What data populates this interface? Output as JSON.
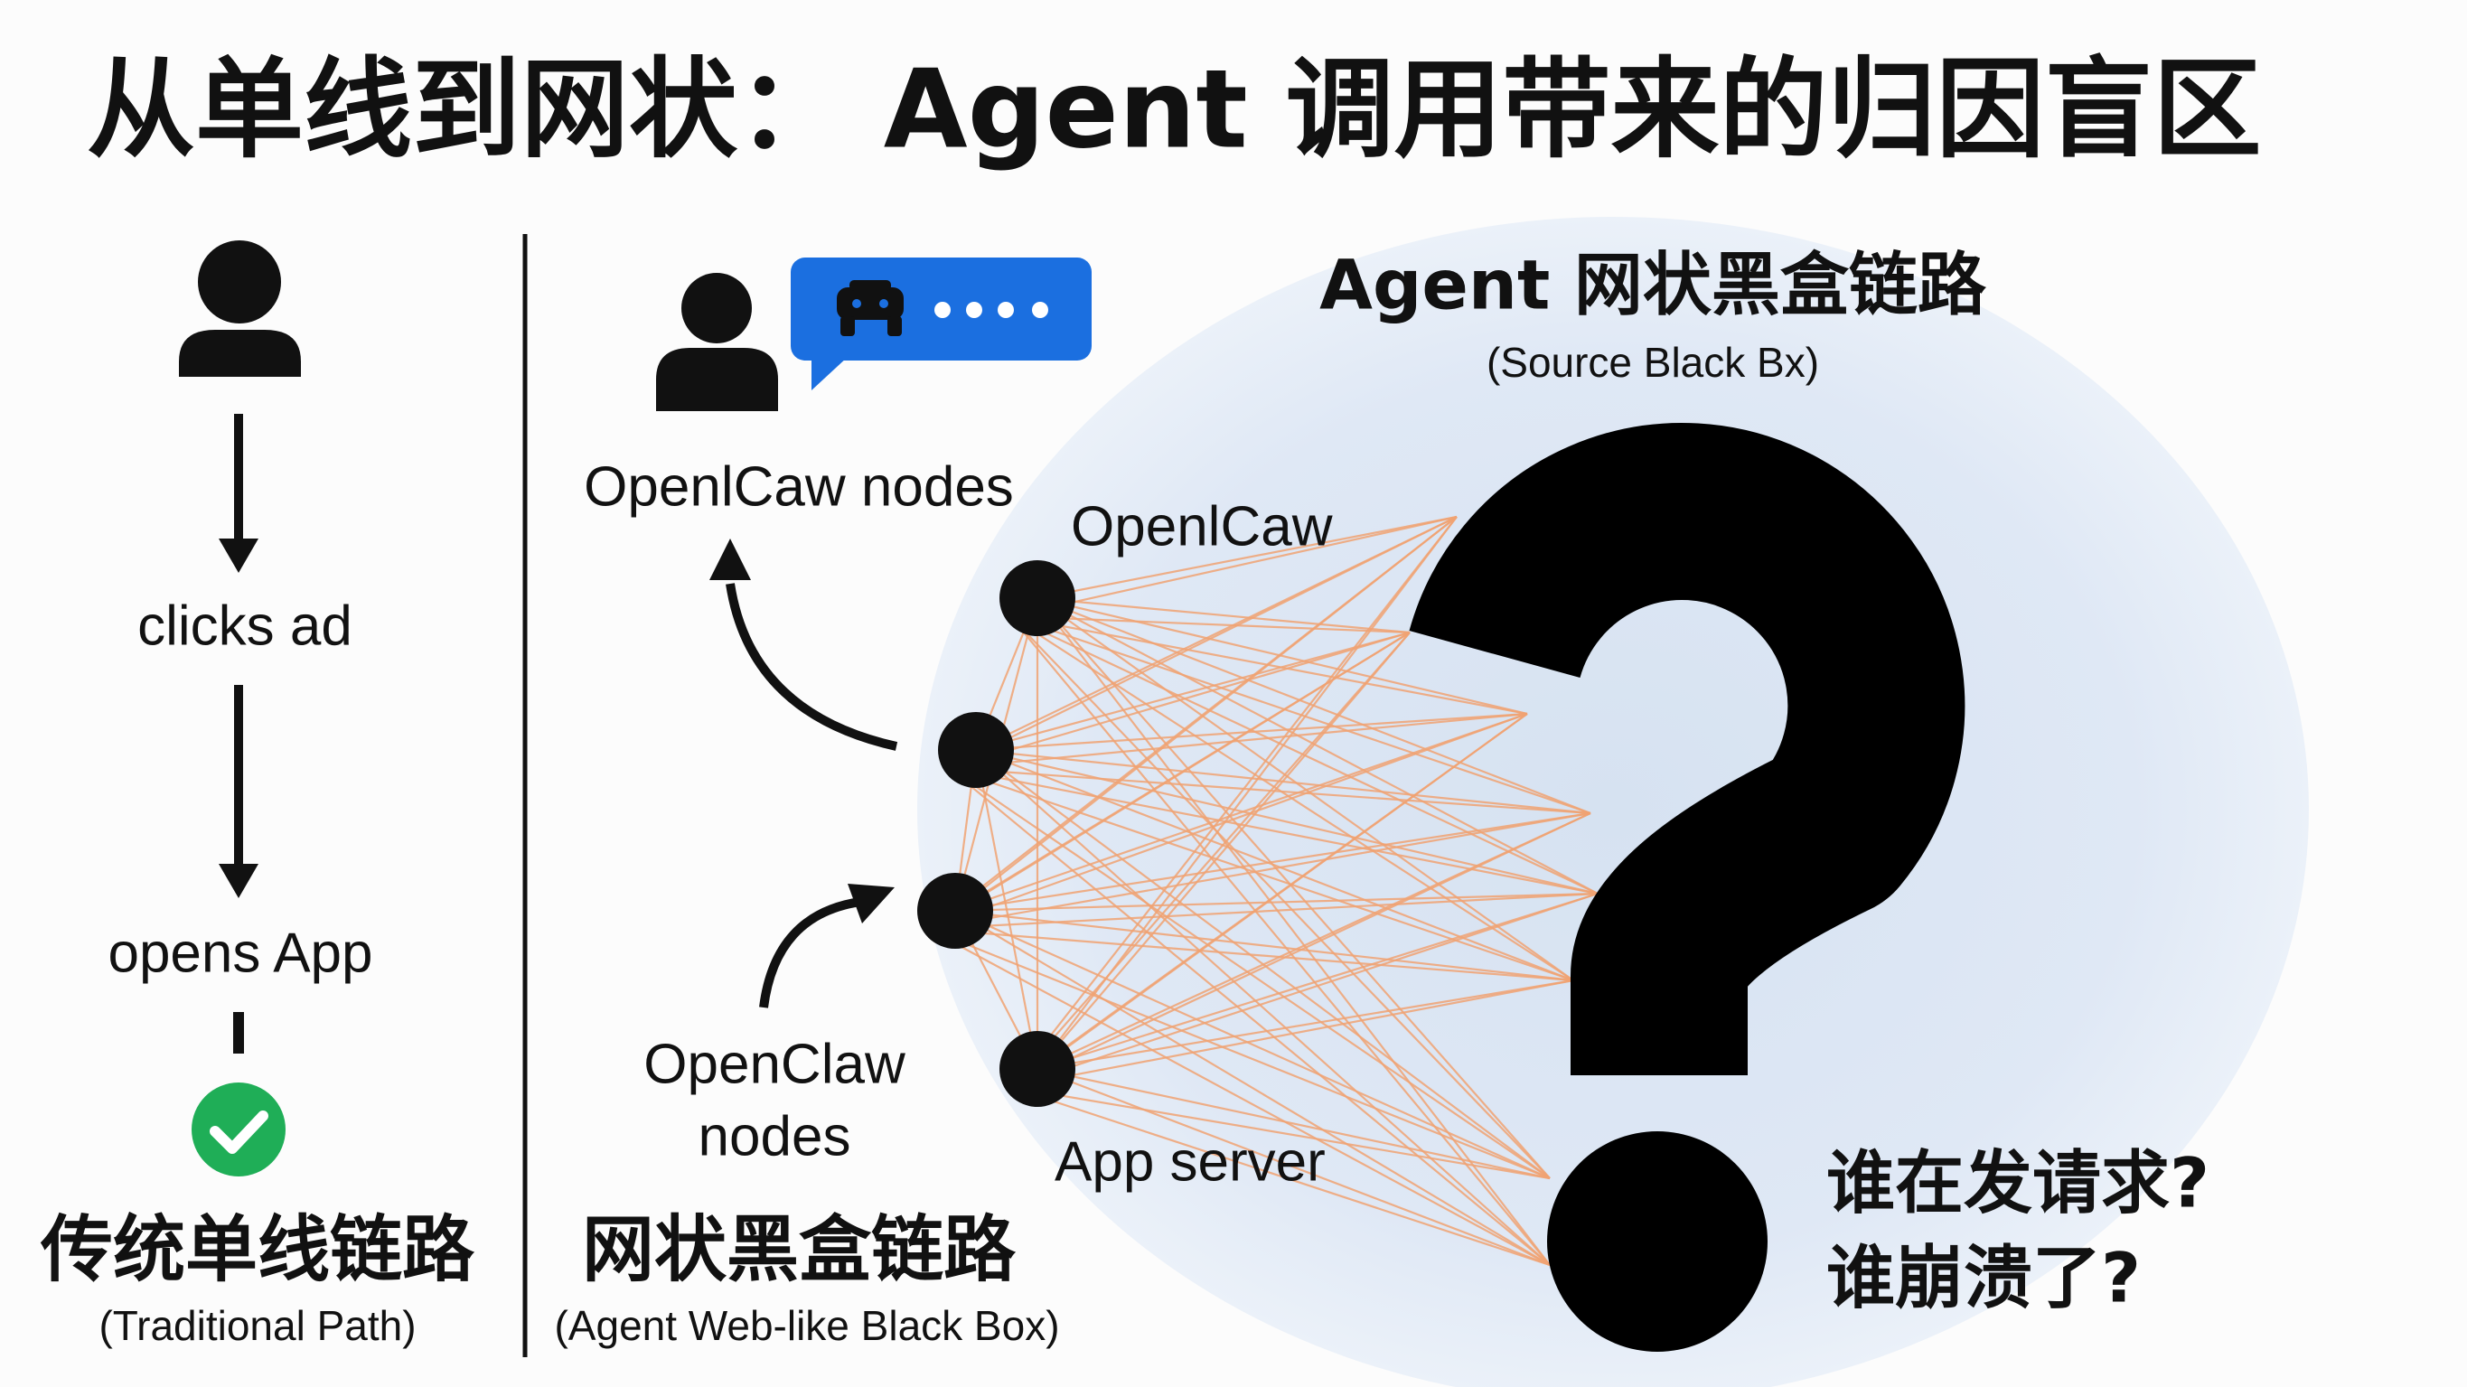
{
  "title": "从单线到网状： Agent 调用带来的归因盲区",
  "traditional": {
    "step1": "clicks ad",
    "step2": "opens App",
    "label": "传统单线链路",
    "sublabel": "(Traditional Path)"
  },
  "agent": {
    "heading": "Agent 网状黑盒链路",
    "subheading": "(Source Black Bx)",
    "nodes_label_top": "OpenlCaw nodes",
    "node_label_top": "OpenlCaw",
    "nodes_label_bottom": [
      "OpenClaw",
      "nodes"
    ],
    "node_label_bottom": "App server",
    "label": "网状黑盒链路",
    "sublabel": "(Agent Web-like Black Box)",
    "questions": [
      "谁在发请求?",
      "谁崩溃了?"
    ]
  },
  "icons": {
    "user": "user-icon",
    "check": "check-circle-icon",
    "chat": "chat-bubble-icon",
    "robot": "robot-icon",
    "question": "question-mark-icon"
  },
  "colors": {
    "accent_blue": "#1b6fe0",
    "check_green": "#1fae57",
    "link_orange": "#f0a272",
    "ink": "#111111"
  }
}
